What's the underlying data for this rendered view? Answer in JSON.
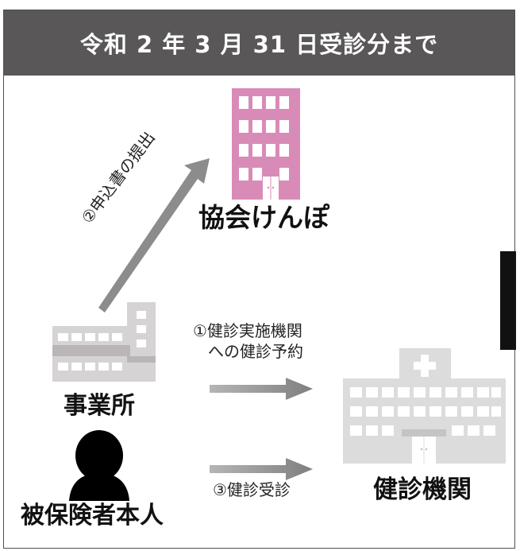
{
  "header": {
    "title": "令和 2 年 3 月 31 日受診分まで"
  },
  "nodes": {
    "kyokai": "協会けんぽ",
    "jigyosho": "事業所",
    "hihokensha": "被保険者本人",
    "kenshin_kikan": "健診機関"
  },
  "steps": {
    "step1_line1": "①健診実施機関",
    "step1_line2": "への健診予約",
    "step2": "②申込書の提出",
    "step3": "③健診受診"
  },
  "colors": {
    "header_bg": "#595757",
    "kyokai_building": "#d98bb7",
    "office_building": "#d6d3d5",
    "hospital_building": "#dcdcdc",
    "arrow": "#8c8c8c",
    "person": "#000000"
  },
  "icons": {
    "kyokai": "office-building-icon",
    "jigyosho": "company-building-icon",
    "hihokensha": "person-icon",
    "kenshin_kikan": "hospital-icon"
  }
}
